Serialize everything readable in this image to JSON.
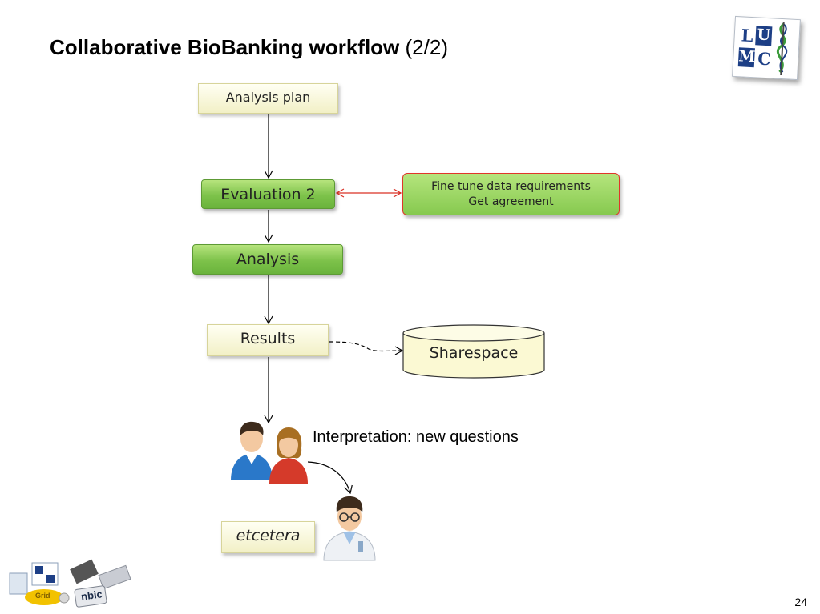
{
  "slide": {
    "title_bold": "Collaborative BioBanking workflow",
    "title_normal": "(2/2)",
    "page_number": "24"
  },
  "logo": {
    "letters": [
      "L",
      "U",
      "M",
      "C"
    ]
  },
  "diagram": {
    "nodes": {
      "analysis_plan": "Analysis plan",
      "evaluation": "Evaluation 2",
      "requirements_line1": "Fine tune data requirements",
      "requirements_line2": "Get agreement",
      "analysis": "Analysis",
      "results": "Results",
      "sharespace": "Sharespace",
      "interpretation": "Interpretation: new questions",
      "etcetera": "etcetera"
    },
    "colors": {
      "process_green": "#7dc24a",
      "document_yellow": "#f6f4cf",
      "requirement_border": "#e0362a",
      "arrow": "#000000"
    }
  },
  "footer_logos": {
    "nbic_label": "nbic",
    "grid_label": "Grid"
  }
}
